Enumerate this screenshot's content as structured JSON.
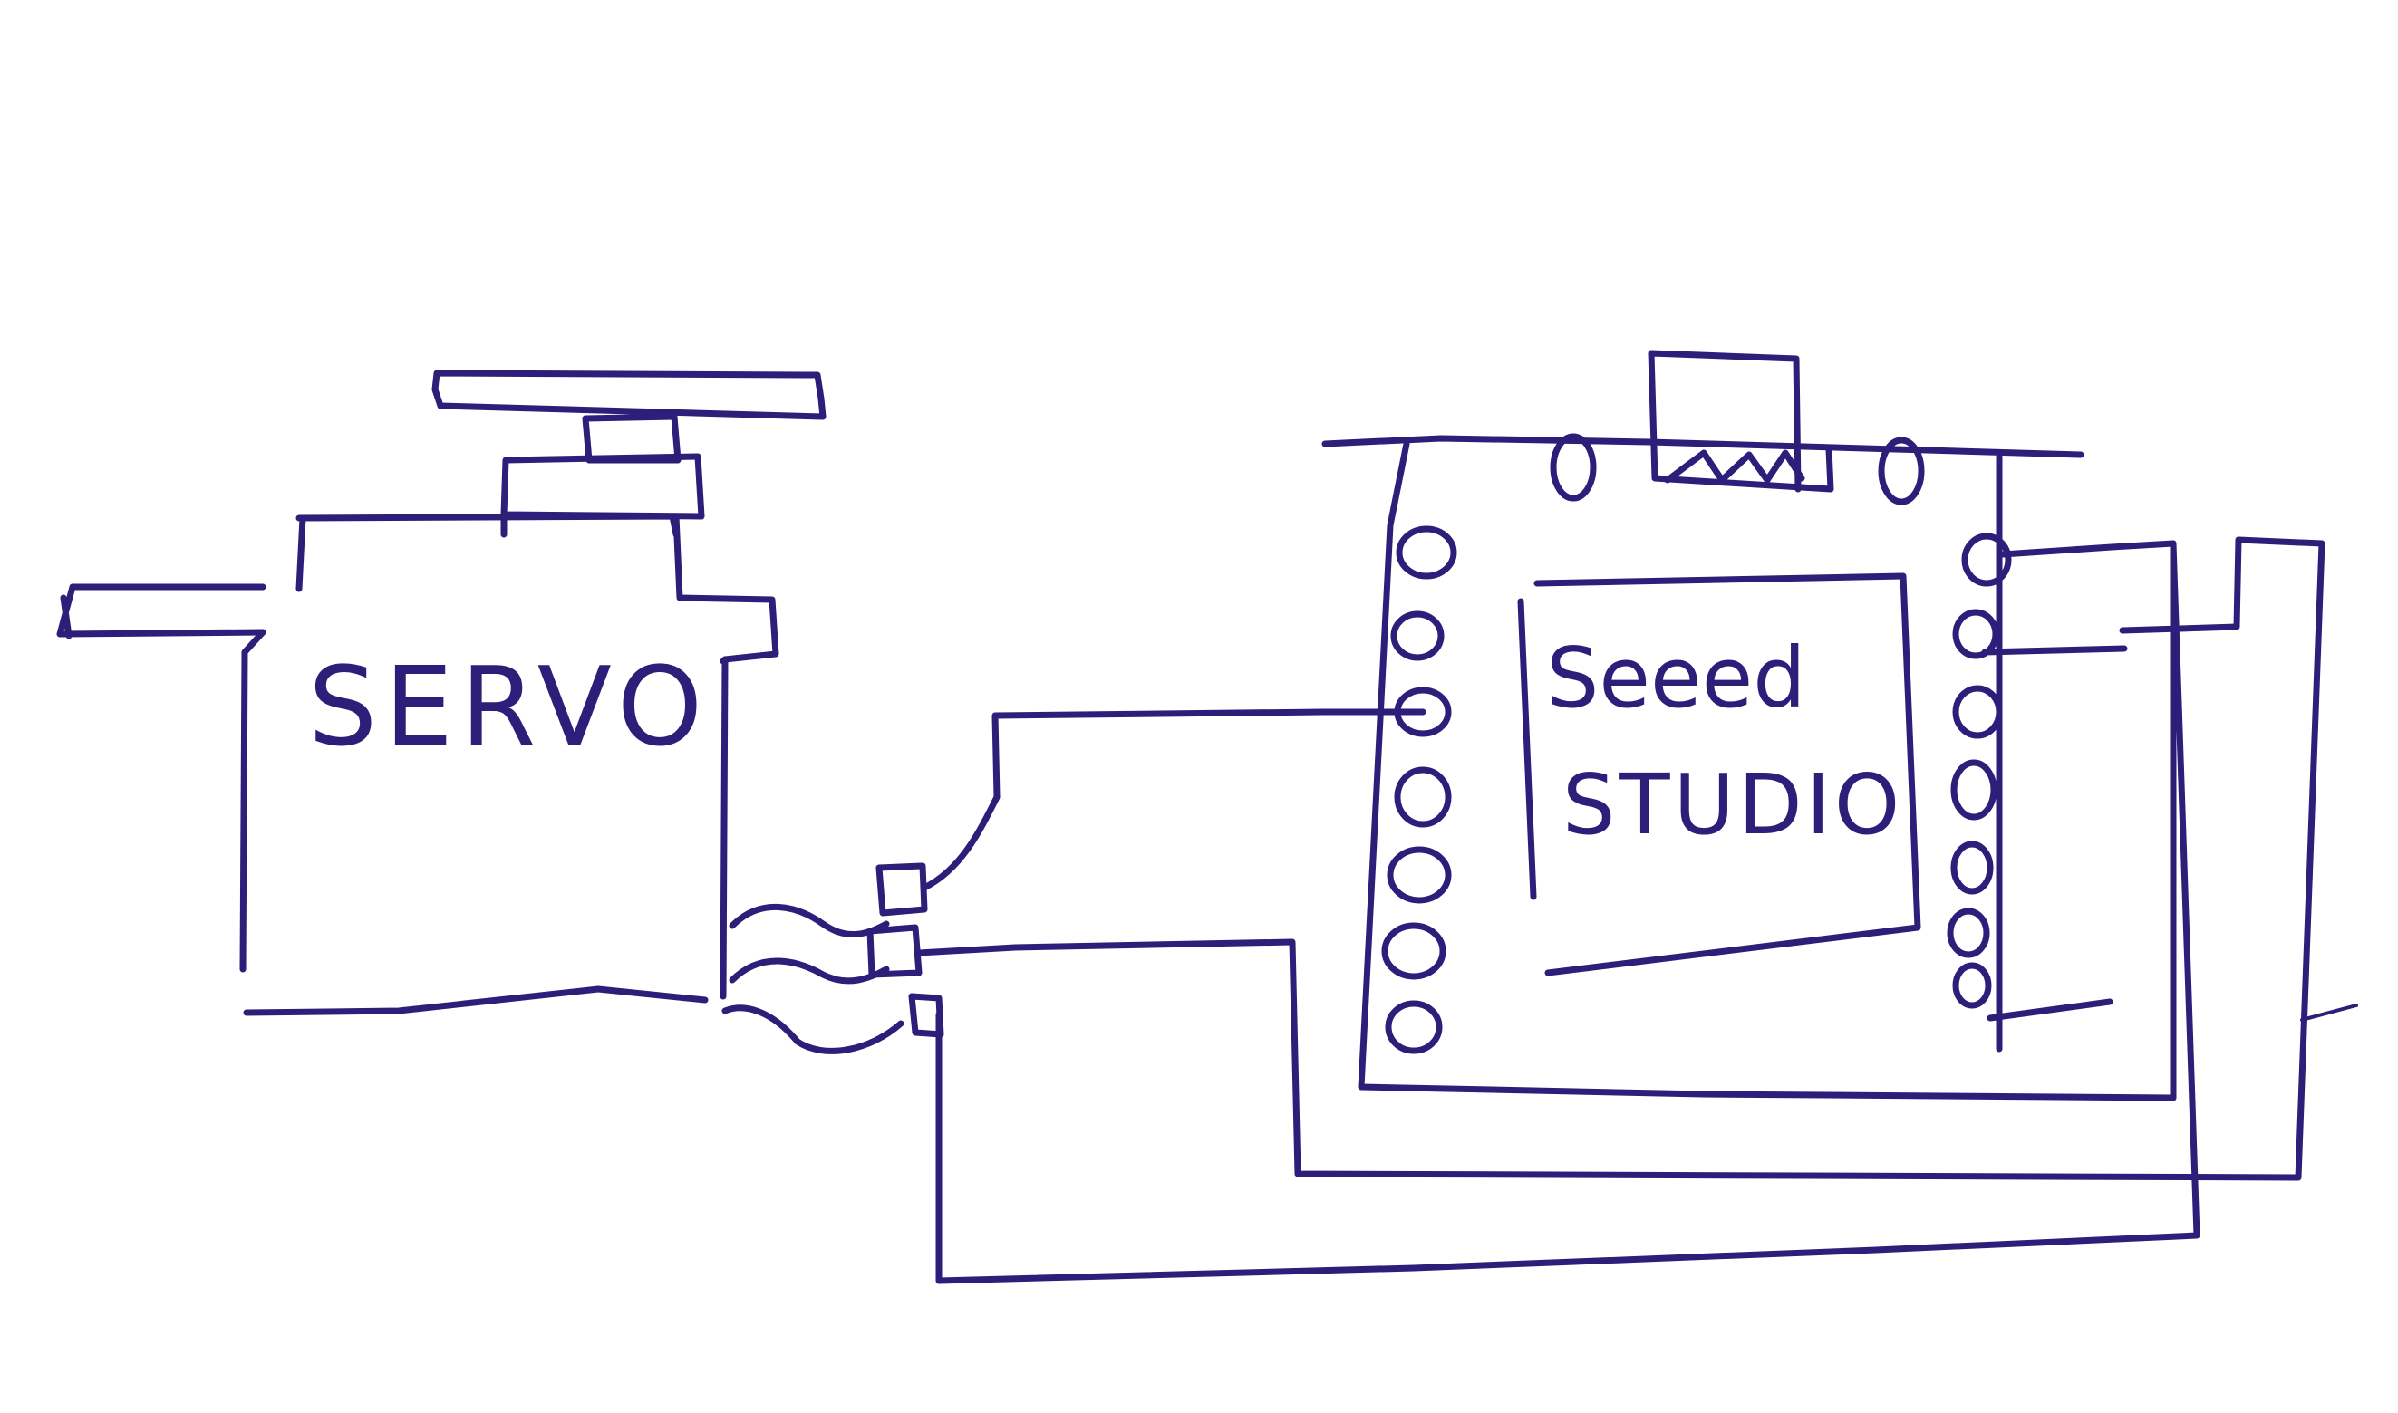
{
  "diagram": {
    "ink_color": "#2b1f7a",
    "background_color": "#ffffff",
    "servo": {
      "label": "SERVO"
    },
    "board": {
      "label_line1": "Seeed",
      "label_line2": "STUDIO"
    }
  }
}
